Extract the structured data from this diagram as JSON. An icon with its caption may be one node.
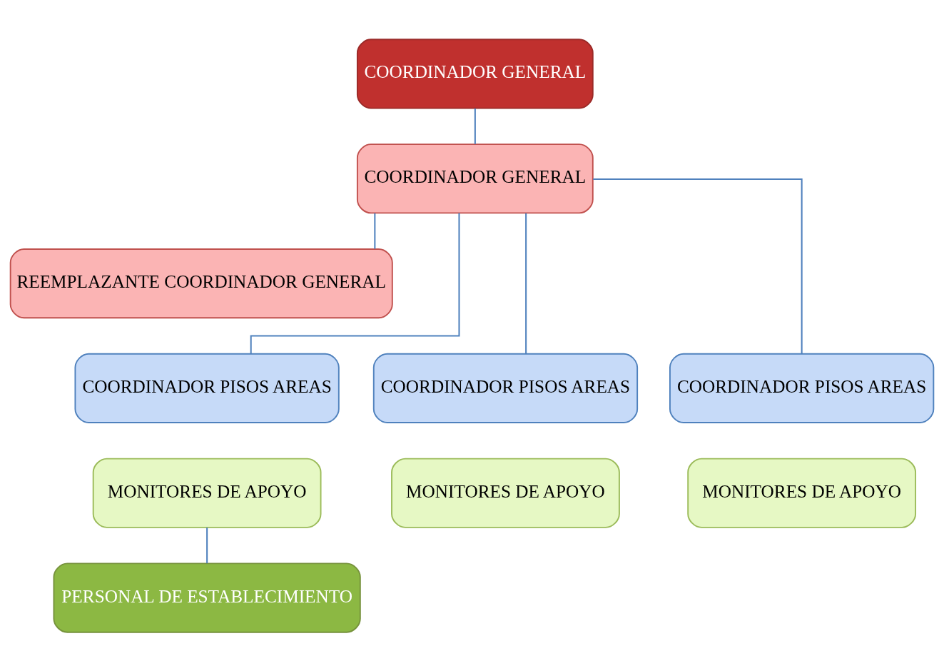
{
  "diagram": {
    "nodes": [
      {
        "text": [
          "COORDINADOR GENERAL"
        ]
      },
      {
        "text": [
          "COORDINADOR GENERAL"
        ]
      },
      {
        "text": [
          "REEMPLAZANTE COORDINADOR GENERAL"
        ]
      },
      {
        "text": [
          "COORDINADOR PISOS AREAS"
        ]
      },
      {
        "text": [
          "COORDINADOR PISOS AREAS"
        ]
      },
      {
        "text": [
          "COORDINADOR PISOS AREAS"
        ]
      },
      {
        "text": [
          "MONITORES DE APOYO"
        ]
      },
      {
        "text": [
          "MONITORES DE APOYO"
        ]
      },
      {
        "text": [
          "MONITORES DE APOYO"
        ]
      },
      {
        "text": [
          "PERSONAL DE ESTABLECIMIENTO"
        ]
      }
    ],
    "edges": [
      {
        "from": 0,
        "to": 1,
        "arrow": "none"
      },
      {
        "from": 1,
        "to": 2,
        "arrow": "none"
      },
      {
        "from": 1,
        "to": 3,
        "arrow": "none"
      },
      {
        "from": 1,
        "to": 4,
        "arrow": "none"
      },
      {
        "from": 1,
        "to": 5,
        "arrow": "none"
      },
      {
        "from": 6,
        "to": 9,
        "arrow": "none"
      }
    ]
  }
}
